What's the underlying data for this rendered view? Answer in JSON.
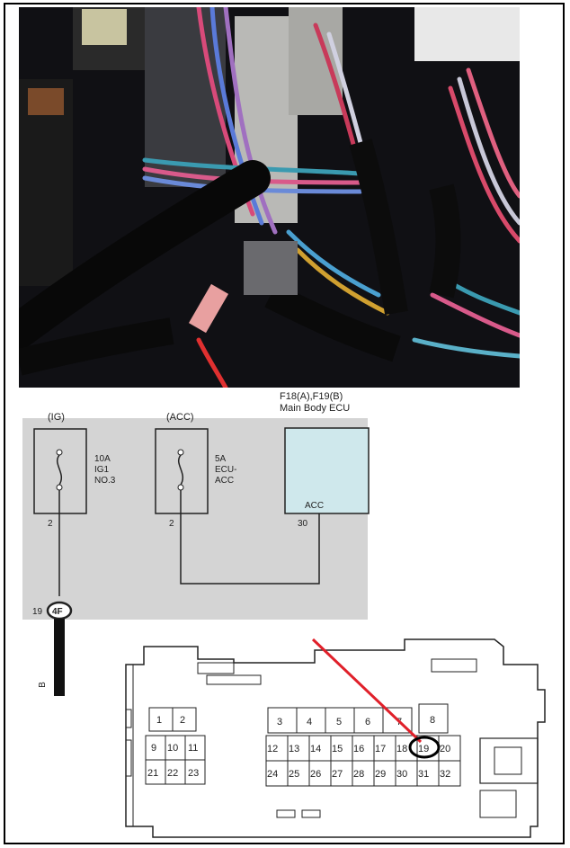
{
  "schematic": {
    "ig_label": "(IG)",
    "acc_label": "(ACC)",
    "ecu_code": "F18(A),F19(B)",
    "ecu_name": "Main Body ECU",
    "fuse_ig": [
      "10A",
      "IG1",
      "NO.3"
    ],
    "fuse_acc": [
      "5A",
      "ECU-",
      "ACC"
    ],
    "pin_ig": "2",
    "pin_acc": "2",
    "ecu_pin_label": "ACC",
    "ecu_pin": "30",
    "junction_pin": "19",
    "junction_code": "4F",
    "wire_color": "B",
    "ecu_color": "#cfe8ec",
    "bg_color": "#d4d4d4"
  },
  "connector": {
    "row1": [
      "1",
      "2",
      "3",
      "4",
      "5",
      "6",
      "7",
      "8"
    ],
    "row2": [
      "9",
      "10",
      "11",
      "12",
      "13",
      "14",
      "15",
      "16",
      "17",
      "18",
      "19",
      "20"
    ],
    "row3": [
      "21",
      "22",
      "23",
      "24",
      "25",
      "26",
      "27",
      "28",
      "29",
      "30",
      "31",
      "32"
    ],
    "highlighted_pin": "19",
    "pointer_color": "#e0202a"
  }
}
